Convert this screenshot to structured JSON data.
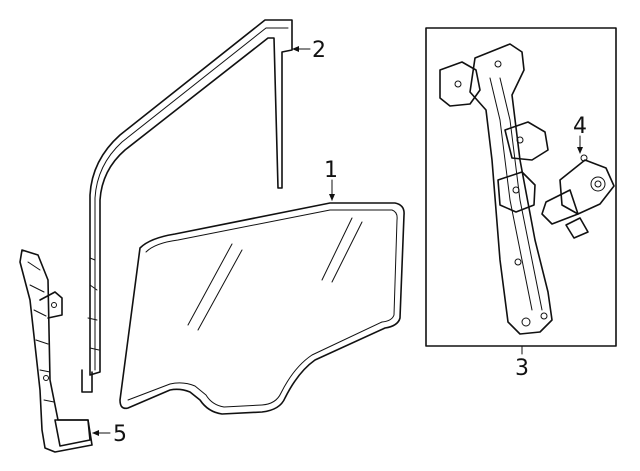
{
  "callouts": {
    "glass": "1",
    "run_channel": "2",
    "regulator": "3",
    "motor": "4",
    "guide": "5"
  },
  "colors": {
    "line": "#111111",
    "background": "#ffffff"
  }
}
